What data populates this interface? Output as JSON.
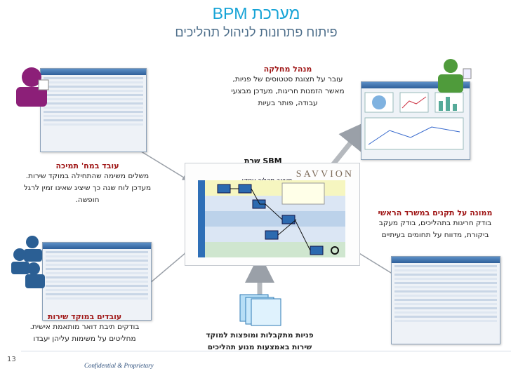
{
  "title": "מערכת BPM",
  "subtitle": "פיתוח פתרונות לניהול תהליכים",
  "server_label": "שרת SBM",
  "brand_text": "SAVVION",
  "process_designer_label": "מעצב תהליך עסקי",
  "roles": {
    "department_manager": {
      "title": "מנהל מחלקה",
      "lines": [
        "עובר על תצוגת סטטוסים של פניות,",
        "מאשר הזמנות חריגות, מעדכן מבצעי",
        "עבודה, פותר בעיות"
      ]
    },
    "support_worker": {
      "title": "עובד במח' תמיכה",
      "lines": [
        "משלים משימה שהתחילה במוקד שירות.",
        "מעדכן לוח שנה כך שיציג שאינו זמין לרגל",
        "חופשה."
      ]
    },
    "standards_officer": {
      "title": "ממונה על תקנים במשרד הראשי",
      "lines": [
        "בודק חריגות בתהליכים, בודק מעקב",
        "ביקורת, מדווח על תחומים בעיתיים"
      ]
    },
    "service_center_workers": {
      "title": "עובדים במוקד שירות",
      "lines": [
        "בודקים תיבת דואר מותאמת אישית.",
        "מחליטים על משימות עליהן יעבדו"
      ]
    },
    "inquiries": {
      "lines": [
        "פניות מתקבלות ומופצות למוקד",
        "שירות באמצעות מנוע תהליכים"
      ]
    }
  },
  "page_number": "13",
  "confidential": "Confidential & Proprietary",
  "colors": {
    "title": "#16a3d6",
    "subtitle": "#4d6e8a",
    "role_title": "#a01818",
    "arrow": "#9aa0a8",
    "person_magenta": "#8c1f78",
    "person_blue": "#2b5f94",
    "person_green": "#4f9b3b"
  }
}
